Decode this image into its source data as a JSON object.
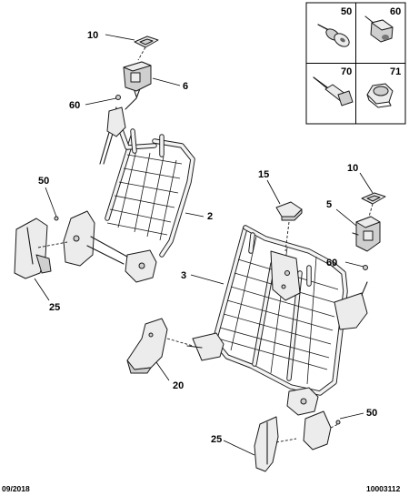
{
  "callouts": {
    "c10a": "10",
    "c6": "6",
    "c60a": "60",
    "c50a": "50",
    "c2": "2",
    "c25a": "25",
    "c15": "15",
    "c10b": "10",
    "c5": "5",
    "c60b": "60",
    "c3": "3",
    "c20": "20",
    "c50b": "50",
    "c25b": "25"
  },
  "fastener_box": {
    "cell_50": "50",
    "cell_60": "60",
    "cell_70": "70",
    "cell_71": "71"
  },
  "footer": {
    "date": "09/2018",
    "ref": "10003112"
  }
}
